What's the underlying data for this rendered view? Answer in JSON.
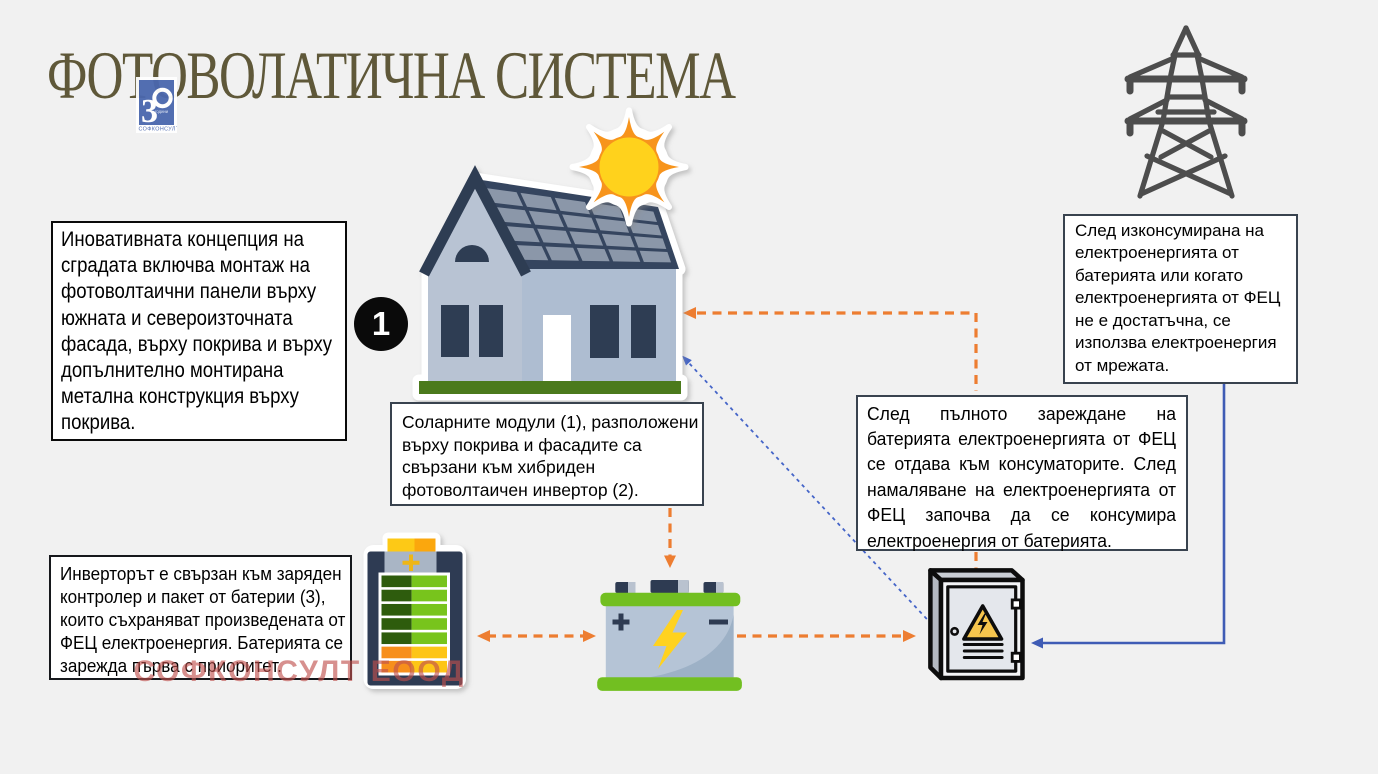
{
  "title": "ФОТОВОЛАТИЧНА СИСТЕМА",
  "badge_number": "1",
  "watermark_text": "СОФКОНСУЛТ ЕООД",
  "logo": {
    "number": "30",
    "sub_label": "години",
    "company": "СОФКОНСУЛТ"
  },
  "boxes": {
    "innovation": {
      "lines": [
        "Иновативната концепция на",
        "сградата включва монтаж на",
        "фотоволтаични панели върху",
        "южната и североизточната",
        "фасада, върху покрива и върху",
        "допълнително монтирана",
        "метална конструкция върху",
        "покрива."
      ]
    },
    "modules": {
      "lines": [
        "Соларните модули (1), разположени",
        "върху покрива и фасадите са",
        "свързани към хибриден",
        "фотоволтаичен инвертор (2)."
      ]
    },
    "grid": {
      "lines": [
        "След изконсумирана на",
        "електроенергията от",
        "батерията или когато",
        "електроенергията от ФЕЦ",
        "не е достатъчна, се",
        "използва електроенергия",
        "от мрежата."
      ]
    },
    "consumers": {
      "justified": true,
      "lines": [
        "След пълното зареждане на",
        "батерията електроенергията от ФЕЦ",
        "се отдава към консуматорите. След",
        "намаляване на електроенергията от",
        "ФЕЦ започва да се консумира",
        "електроенергия от батерията."
      ]
    },
    "inverter": {
      "lines": [
        "Инверторът е свързан към заряден",
        "контролер и пакет от батерии (3),",
        "които съхраняват произведената от",
        "ФЕЦ електроенергия. Батерията се",
        "зарежда първа с приоритет."
      ]
    }
  },
  "icons": [
    "transmission-tower",
    "solar-house",
    "sun",
    "battery-pack",
    "car-battery",
    "electrical-cabinet"
  ],
  "colors": {
    "background": "#f1f1f1",
    "title": "#5f5839",
    "accent_orange": "#ED7D31",
    "flow_blue": "#4060c0",
    "watermark_red": "#c0504d",
    "house_wall": "#b8c3d3",
    "house_dark": "#2e3c52",
    "panel": "#8b97a9",
    "grass_green": "#4b7a1f",
    "battery_green": "#72bf21",
    "sun_yellow": "#ffd21c",
    "sun_orange": "#f7941e",
    "tower_gray": "#4d4d4d",
    "warning_amber": "#f6c54d"
  }
}
